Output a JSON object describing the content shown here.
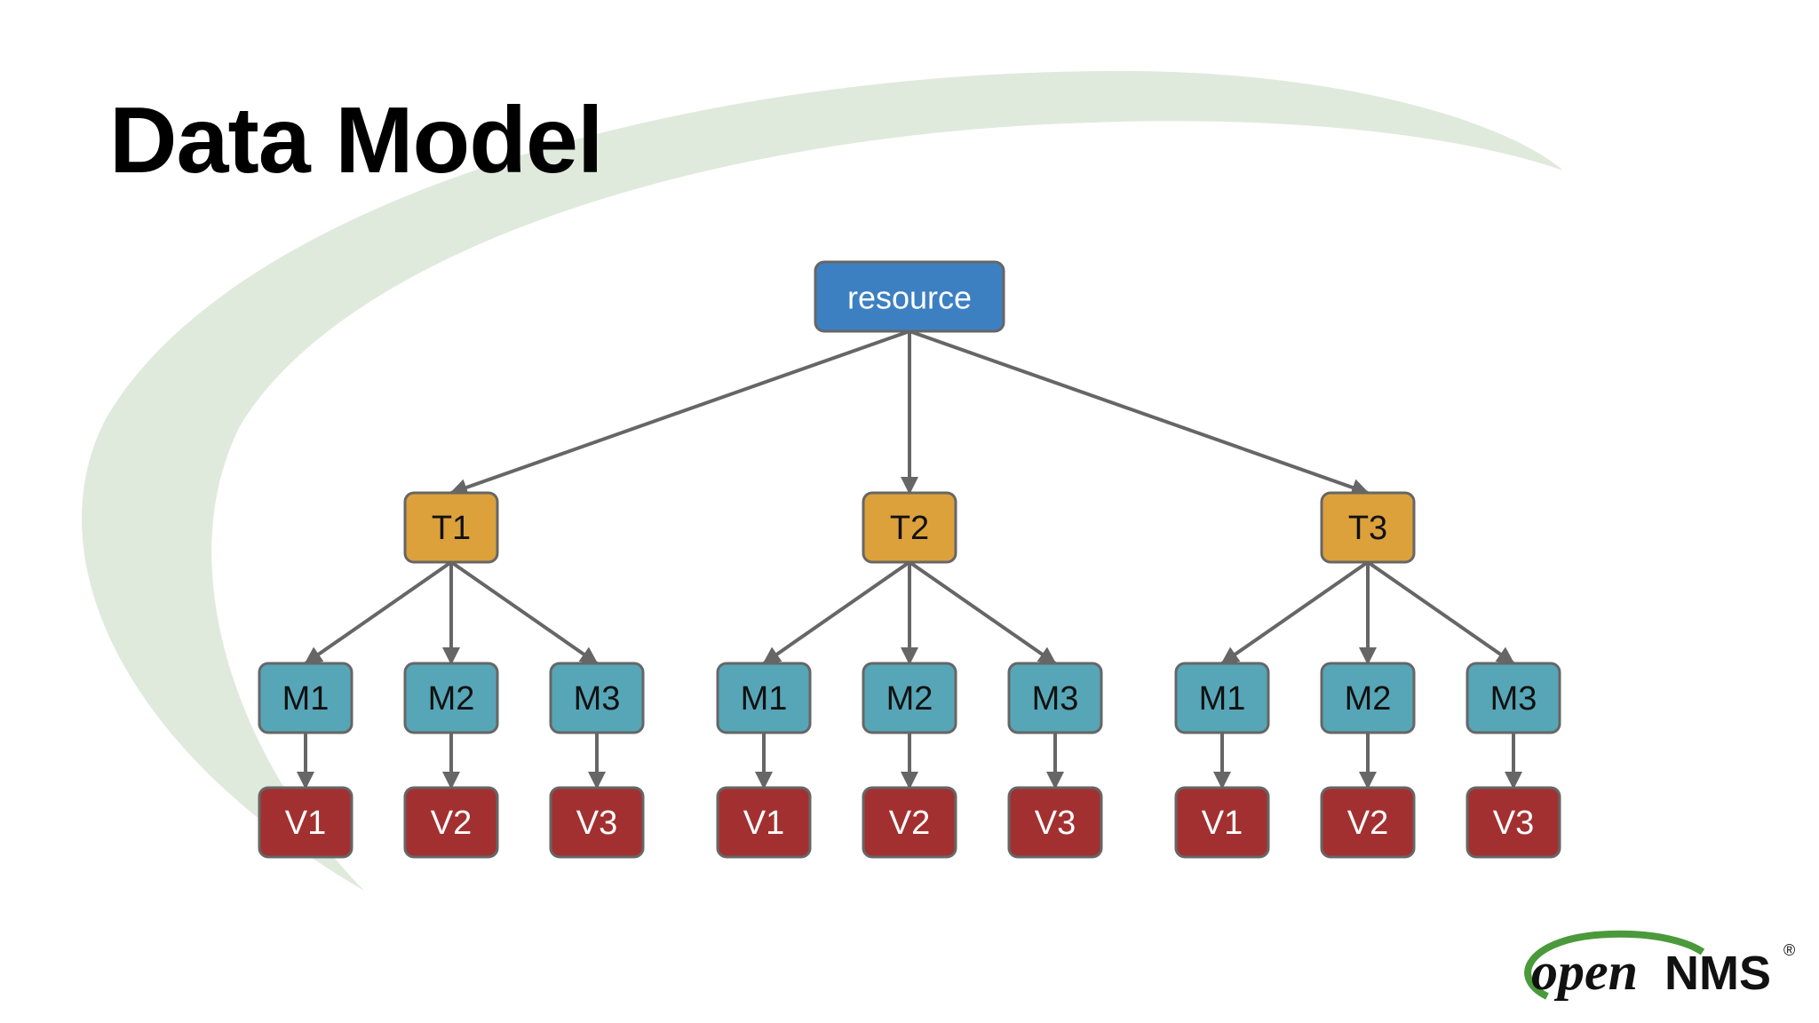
{
  "slide": {
    "title": "Data Model"
  },
  "colors": {
    "resource": "#3d80c2",
    "type": "#dca13b",
    "metric": "#56a6b7",
    "value": "#a33030",
    "node_border": "#666666",
    "edge": "#666666",
    "swoosh": "#dfeadc",
    "logo_green": "#4a9a3c",
    "logo_text": "#111111"
  },
  "diagram": {
    "root": {
      "id": "resource",
      "label": "resource"
    },
    "types": [
      {
        "id": "T1",
        "label": "T1",
        "metrics": [
          {
            "id": "T1-M1",
            "label": "M1",
            "value": "V1"
          },
          {
            "id": "T1-M2",
            "label": "M2",
            "value": "V2"
          },
          {
            "id": "T1-M3",
            "label": "M3",
            "value": "V3"
          }
        ]
      },
      {
        "id": "T2",
        "label": "T2",
        "metrics": [
          {
            "id": "T2-M1",
            "label": "M1",
            "value": "V1"
          },
          {
            "id": "T2-M2",
            "label": "M2",
            "value": "V2"
          },
          {
            "id": "T2-M3",
            "label": "M3",
            "value": "V3"
          }
        ]
      },
      {
        "id": "T3",
        "label": "T3",
        "metrics": [
          {
            "id": "T3-M1",
            "label": "M1",
            "value": "V1"
          },
          {
            "id": "T3-M2",
            "label": "M2",
            "value": "V2"
          },
          {
            "id": "T3-M3",
            "label": "M3",
            "value": "V3"
          }
        ]
      }
    ]
  },
  "logo": {
    "brand_open": "open",
    "brand_nms": "NMS",
    "registered": "®"
  }
}
